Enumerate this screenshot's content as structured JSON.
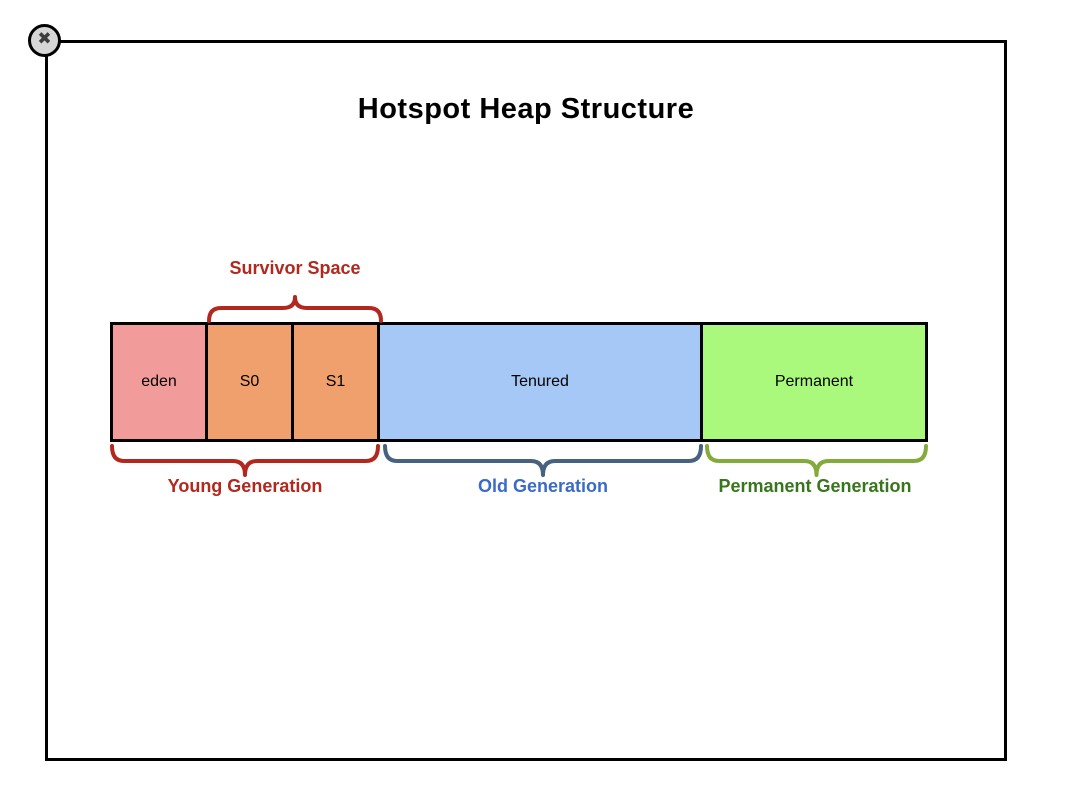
{
  "window": {
    "close_icon": "✖"
  },
  "diagram": {
    "title": "Hotspot Heap Structure",
    "regions": [
      {
        "label": "eden"
      },
      {
        "label": "S0"
      },
      {
        "label": "S1"
      },
      {
        "label": "Tenured"
      },
      {
        "label": "Permanent"
      }
    ],
    "annotations": {
      "survivor_space": "Survivor Space",
      "young_generation": "Young Generation",
      "old_generation": "Old Generation",
      "permanent_generation": "Permanent Generation"
    }
  },
  "colors": {
    "eden_fill": "#F19C9A",
    "survivor_fill": "#F0A06C",
    "tenured_fill": "#A5C8F7",
    "permanent_fill": "#ABF97C",
    "region_border": "#000000",
    "frame_border": "#000000",
    "young_accent": "#B2281E",
    "old_label": "#3B6BC8",
    "old_brace": "#47627E",
    "permanent_label": "#38761D",
    "permanent_brace": "#82AB3B",
    "close_fill": "#D6D6D6",
    "close_glyph": "#3C3C3C"
  }
}
